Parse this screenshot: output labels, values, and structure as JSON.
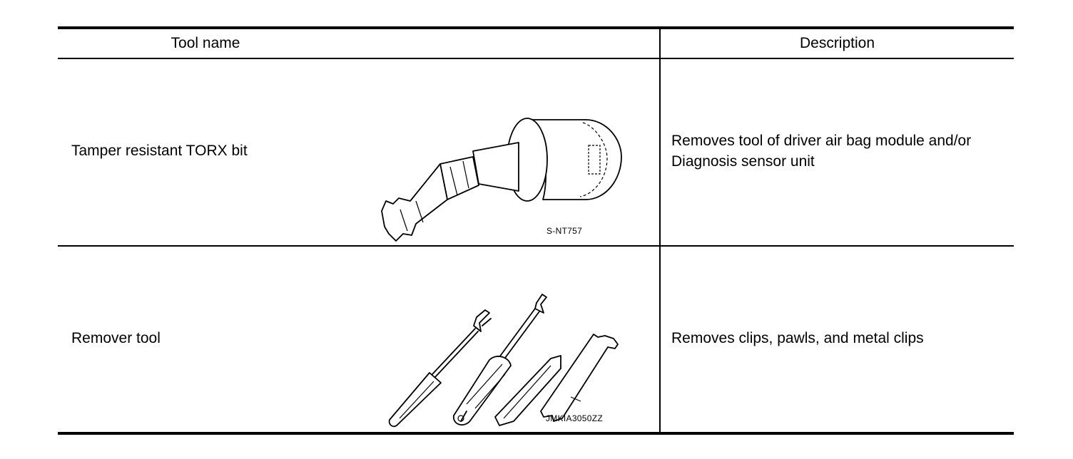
{
  "table": {
    "headers": {
      "tool_name": "Tool name",
      "description": "Description"
    },
    "rows": [
      {
        "tool_name": "Tamper resistant TORX bit",
        "figure_icon": "torx-bit-socket-illustration",
        "figure_code": "S-NT757",
        "description_line1": "Removes tool of driver air bag module and/or",
        "description_line2": "Diagnosis sensor unit"
      },
      {
        "tool_name": "Remover tool",
        "figure_icon": "clip-remover-tools-illustration",
        "figure_code": "JMKIA3050ZZ",
        "description_line1": "Removes clips, pawls, and metal clips"
      }
    ]
  }
}
